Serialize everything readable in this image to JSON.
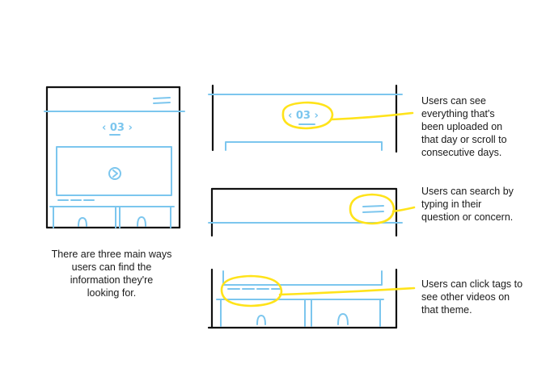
{
  "colors": {
    "sketch_blue": "#7cc6ee",
    "highlight_yellow": "#ffe31a",
    "ink": "#111111",
    "text": "#1a1a1a"
  },
  "sketch": {
    "day_label_small": "‹ 03 ›",
    "day_label_zoom": "‹ 03 ›",
    "icons": [
      "menu-icon",
      "play-icon",
      "thumbnail-icon"
    ]
  },
  "caption": "There are three main ways\nusers can find the\ninformation they're\nlooking for.",
  "notes": [
    {
      "text": "Users can see\neverything that's\nbeen uploaded on\nthat day or scroll to\nconsecutive days."
    },
    {
      "text": "Users can search by\ntyping in their\nquestion or concern."
    },
    {
      "text": "Users can click tags to\nsee other videos on\nthat theme."
    }
  ]
}
